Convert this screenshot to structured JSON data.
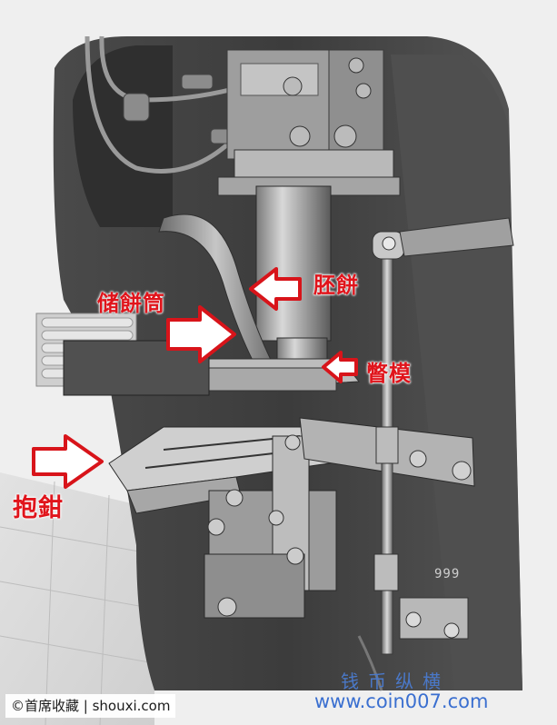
{
  "annotations": {
    "storage_tube": "储餅筒",
    "blank": "胚餅",
    "die": "瞥模",
    "tongs": "抱鉗"
  },
  "part_number": "999",
  "credits": {
    "left": "©首席收藏 | shouxi.com",
    "chinese": "钱币纵横",
    "url": "www.coin007.com"
  },
  "colors": {
    "label_red": "#e0141b",
    "arrow_red": "#d8141a",
    "watermark_blue": "#3a6fd0"
  }
}
